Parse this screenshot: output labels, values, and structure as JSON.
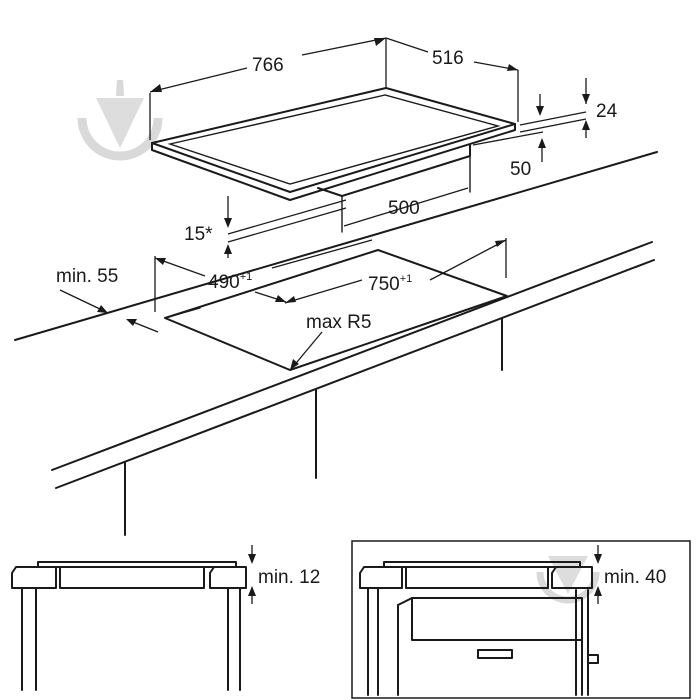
{
  "dimensions": {
    "width": "766",
    "depth": "516",
    "thickness": "24",
    "under_depth": "50",
    "under_width": "500",
    "angle": "15*",
    "edge_clearance": "min. 55",
    "cutout_depth": "490",
    "cutout_depth_tol": "+1",
    "cutout_width": "750",
    "cutout_width_tol": "+1",
    "corner_radius": "max R5"
  },
  "details": {
    "left_clearance": "min. 12",
    "right_clearance": "min. 40"
  },
  "colors": {
    "line": "#1a1a1a",
    "watermark": "#d9d9d9",
    "hob_fill": "#ffffff"
  }
}
